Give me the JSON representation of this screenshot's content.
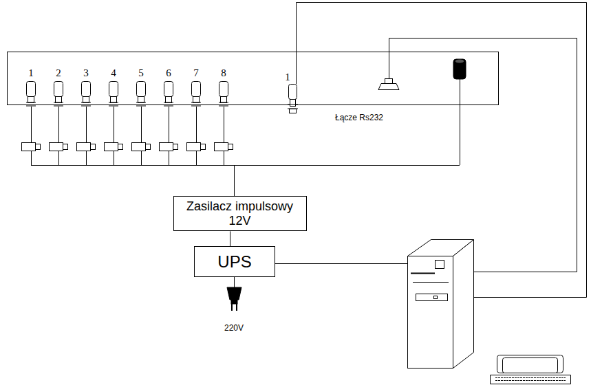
{
  "diagram": {
    "nodes": [
      {
        "text": [
          "Zasilacz impulsowy 12V"
        ]
      },
      {
        "text": [
          "UPS"
        ]
      }
    ],
    "edges": [
      {
        "from": 0,
        "to": 1,
        "arrow": "none"
      }
    ],
    "labels": [
      "1",
      "2",
      "3",
      "4",
      "5",
      "6",
      "7",
      "8",
      "1",
      "Łącze Rs232",
      "220V"
    ]
  }
}
